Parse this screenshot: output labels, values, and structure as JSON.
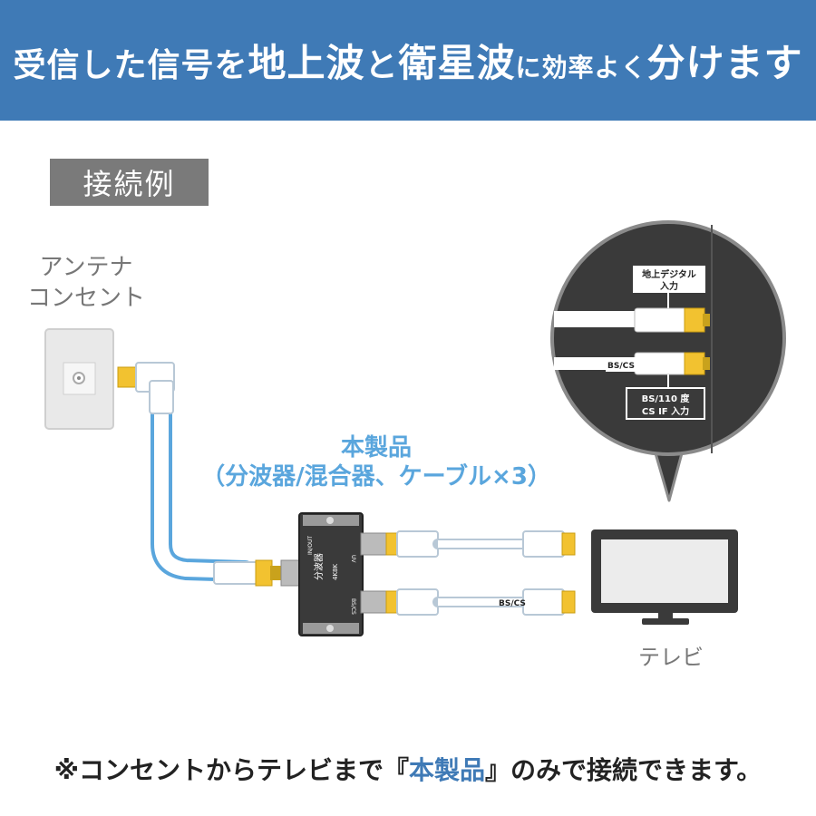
{
  "banner": {
    "part1": "受信した信号を",
    "part2": "地上波",
    "part3": "と",
    "part4": "衛星波",
    "part5": "に効率よく",
    "part6": "分けます",
    "color": "#3f7ab6"
  },
  "section_label": "接続例",
  "antenna": {
    "line1": "アンテナ",
    "line2": "コンセント"
  },
  "product": {
    "line1": "本製品",
    "line2": "（分波器/混合器、ケーブル×3）"
  },
  "tv_label": "テレビ",
  "zoom": {
    "terrestrial_label_line1": "地上デジタル",
    "terrestrial_label_line2": "入力",
    "bs_cs_cable_label": "BS/CS",
    "bs_label_line1": "BS/110 度",
    "bs_label_line2": "CS IF 入力"
  },
  "splitter": {
    "title": "分波器",
    "badge": "4K8K",
    "port_uv": "UV",
    "port_bscs": "BS/CS",
    "port_in": "IN/OUT"
  },
  "cable_label": "BS/CS",
  "note": {
    "prefix": "※コンセントからテレビまで",
    "open_bracket": "『",
    "highlight": "本製品",
    "close_bracket": "』",
    "suffix": "のみで接続できます。"
  }
}
